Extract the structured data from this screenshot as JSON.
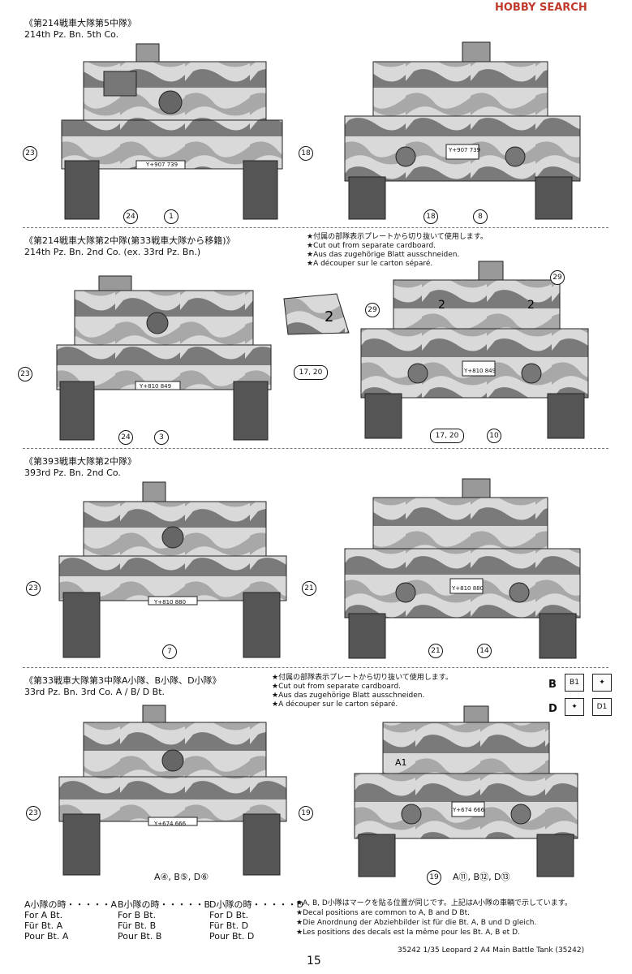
{
  "sections": [
    {
      "title_jp": "《第214戦車大隊第5中隊》",
      "title_en": "214th Pz. Bn. 5th Co.",
      "front": {
        "plate": "Y+907 739",
        "callouts": [
          "23",
          "24",
          "1",
          "18"
        ]
      },
      "rear": {
        "plate": "Y+907 739",
        "callouts": [
          "18",
          "8"
        ]
      }
    },
    {
      "title_jp": "《第214戦車大隊第2中隊(第33戦車大隊から移籍)》",
      "title_en": "214th Pz. Bn. 2nd Co. (ex. 33rd Pz. Bn.)",
      "notes": [
        "★付属の部隊表示プレートから切り抜いて使用します。",
        "★Cut out from separate cardboard.",
        "★Aus das zugehörige Blatt ausschneiden.",
        "★A découper sur le carton séparé."
      ],
      "front": {
        "plate": "Y+810 849",
        "callouts": [
          "23",
          "24",
          "3",
          "17, 20"
        ]
      },
      "rear": {
        "plate": "Y+810 849",
        "callouts": [
          "29",
          "29",
          "17, 20",
          "10"
        ]
      }
    },
    {
      "title_jp": "《第393戦車大隊第2中隊》",
      "title_en": "393rd Pz. Bn. 2nd Co.",
      "front": {
        "plate": "Y+810 880",
        "callouts": [
          "23",
          "7",
          "21"
        ]
      },
      "rear": {
        "plate": "Y+810 880",
        "callouts": [
          "21",
          "14"
        ]
      }
    },
    {
      "title_jp": "《第33戦車大隊第3中隊A小隊、B小隊、D小隊》",
      "title_en": "33rd Pz. Bn. 3rd Co. A / B/ D Bt.",
      "notes": [
        "★付属の部隊表示プレートから切り抜いて使用します。",
        "★Cut out from separate cardboard.",
        "★Aus das zugehörige Blatt ausschneiden.",
        "★A découper sur le carton séparé."
      ],
      "front": {
        "plate": "Y+674 666",
        "callouts": [
          "23",
          "19"
        ],
        "abd_text": "A④, B⑤, D⑥"
      },
      "rear": {
        "plate": "Y+674 666",
        "callouts": [
          "19"
        ],
        "abd_text": "A⑪, B⑫, D⑬"
      },
      "badges": {
        "b_letter": "B",
        "b_code": "B1",
        "d_letter": "D",
        "d_code": "D1"
      }
    }
  ],
  "bt_table": [
    {
      "jp": "A小隊の時・・・・・A",
      "en": "For A Bt.",
      "de": "Für Bt. A",
      "fr": "Pour Bt. A"
    },
    {
      "jp": "B小隊の時・・・・・B",
      "en": "For B Bt.",
      "de": "Für Bt. B",
      "fr": "Pour Bt. B"
    },
    {
      "jp": "D小隊の時・・・・・D",
      "en": "For D Bt.",
      "de": "Für Bt. D",
      "fr": "Pour Bt. D"
    }
  ],
  "bottom_notes": [
    "★A, B, D小隊はマークを貼る位置が同じです。上記はA小隊の車輌で示しています。",
    "★Decal positions are common to A, B and D Bt.",
    "★Die Anordnung der Abziehbilder ist für die Bt. A, B und D gleich.",
    "★Les positions des decals est la même pour les Bt. A, B et D."
  ],
  "footer": {
    "page_number": "15",
    "product": "35242  1/35 Leopard 2 A4 Main Battle Tank (35242)",
    "watermark": "HOBBY SEARCH"
  },
  "colors": {
    "camo_light": "#d9d9d9",
    "camo_mid": "#a8a8a8",
    "camo_dark": "#6f6f6f",
    "line": "#222"
  }
}
